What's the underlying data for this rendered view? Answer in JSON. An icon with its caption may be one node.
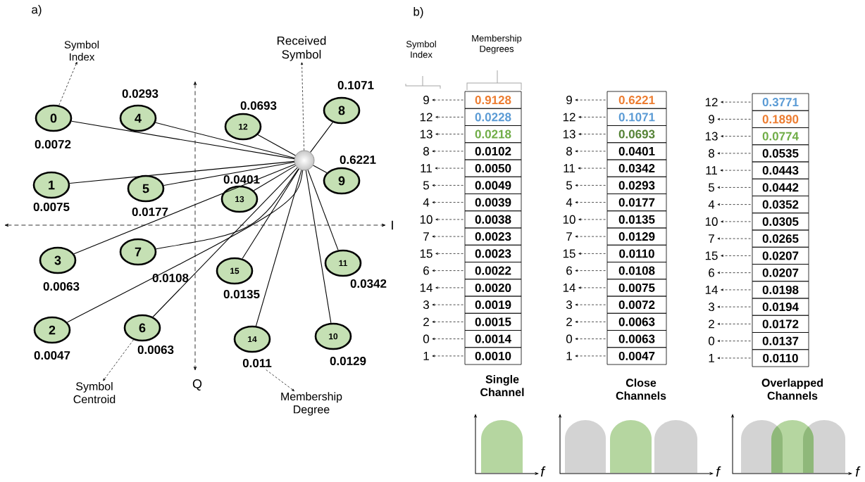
{
  "diagram": {
    "nodes": [
      {
        "text": [
          "0"
        ],
        "beside": [
          "0.0072"
        ]
      },
      {
        "text": [
          "1"
        ],
        "beside": [
          "0.0075"
        ]
      },
      {
        "text": [
          "2"
        ],
        "beside": [
          "0.0047"
        ]
      },
      {
        "text": [
          "3"
        ],
        "beside": [
          "0.0063"
        ]
      },
      {
        "text": [
          "4"
        ],
        "beside": [
          "0.0293"
        ]
      },
      {
        "text": [
          "5"
        ],
        "beside": [
          "0.0177"
        ]
      },
      {
        "text": [
          "6"
        ],
        "beside": [
          "0.0063"
        ]
      },
      {
        "text": [
          "7"
        ],
        "beside": [
          "0.0108"
        ]
      },
      {
        "text": [
          "8"
        ],
        "beside": [
          "0.1071"
        ]
      },
      {
        "text": [
          "9"
        ],
        "beside": [
          "0.6221"
        ]
      },
      {
        "text": [
          "10"
        ],
        "beside": [
          "0.0129"
        ]
      },
      {
        "text": [
          "11"
        ],
        "beside": [
          "0.0342"
        ]
      },
      {
        "text": [
          "12"
        ],
        "beside": [
          "0.0693"
        ]
      },
      {
        "text": [
          "13"
        ],
        "beside": [
          "0.0401"
        ]
      },
      {
        "text": [
          "14"
        ],
        "beside": [
          "0.011"
        ]
      },
      {
        "text": [
          "15"
        ],
        "beside": [
          "0.0135"
        ]
      },
      {
        "text": [],
        "shape": "circle"
      },
      {
        "text": [
          "Symbol Index"
        ]
      },
      {
        "text": [
          "Received Symbol"
        ]
      },
      {
        "text": [
          "Symbol Centroid"
        ]
      },
      {
        "text": [
          "Membership Degree"
        ]
      },
      {
        "text": [
          "9"
        ]
      },
      {
        "text": [
          "0.9128"
        ]
      },
      {
        "text": [
          "12"
        ]
      },
      {
        "text": [
          "0.0228"
        ]
      },
      {
        "text": [
          "13"
        ]
      },
      {
        "text": [
          "0.0218"
        ]
      },
      {
        "text": [
          "8"
        ]
      },
      {
        "text": [
          "0.0102"
        ]
      },
      {
        "text": [
          "11"
        ]
      },
      {
        "text": [
          "0.0050"
        ]
      },
      {
        "text": [
          "5"
        ]
      },
      {
        "text": [
          "0.0049"
        ]
      },
      {
        "text": [
          "4"
        ]
      },
      {
        "text": [
          "0.0039"
        ]
      },
      {
        "text": [
          "10"
        ]
      },
      {
        "text": [
          "0.0038"
        ]
      },
      {
        "text": [
          "7"
        ]
      },
      {
        "text": [
          "0.0023"
        ]
      },
      {
        "text": [
          "15"
        ]
      },
      {
        "text": [
          "0.0023"
        ]
      },
      {
        "text": [
          "6"
        ]
      },
      {
        "text": [
          "0.0022"
        ]
      },
      {
        "text": [
          "14"
        ]
      },
      {
        "text": [
          "0.0020"
        ]
      },
      {
        "text": [
          "3"
        ]
      },
      {
        "text": [
          "0.0019"
        ]
      },
      {
        "text": [
          "2"
        ]
      },
      {
        "text": [
          "0.0015"
        ]
      },
      {
        "text": [
          "0"
        ]
      },
      {
        "text": [
          "0.0014"
        ]
      },
      {
        "text": [
          "1"
        ]
      },
      {
        "text": [
          "0.0010"
        ]
      },
      {
        "text": [
          "9"
        ]
      },
      {
        "text": [
          "0.6221"
        ]
      },
      {
        "text": [
          "12"
        ]
      },
      {
        "text": [
          "0.1071"
        ]
      },
      {
        "text": [
          "13"
        ]
      },
      {
        "text": [
          "0.0693"
        ]
      },
      {
        "text": [
          "8"
        ]
      },
      {
        "text": [
          "0.0401"
        ]
      },
      {
        "text": [
          "11"
        ]
      },
      {
        "text": [
          "0.0342"
        ]
      },
      {
        "text": [
          "5"
        ]
      },
      {
        "text": [
          "0.0293"
        ]
      },
      {
        "text": [
          "4"
        ]
      },
      {
        "text": [
          "0.0177"
        ]
      },
      {
        "text": [
          "10"
        ]
      },
      {
        "text": [
          "0.0135"
        ]
      },
      {
        "text": [
          "7"
        ]
      },
      {
        "text": [
          "0.0129"
        ]
      },
      {
        "text": [
          "15"
        ]
      },
      {
        "text": [
          "0.0110"
        ]
      },
      {
        "text": [
          "6"
        ]
      },
      {
        "text": [
          "0.0108"
        ]
      },
      {
        "text": [
          "14"
        ]
      },
      {
        "text": [
          "0.0075"
        ]
      },
      {
        "text": [
          "3"
        ]
      },
      {
        "text": [
          "0.0072"
        ]
      },
      {
        "text": [
          "2"
        ]
      },
      {
        "text": [
          "0.0063"
        ]
      },
      {
        "text": [
          "0"
        ]
      },
      {
        "text": [
          "0.0063"
        ]
      },
      {
        "text": [
          "1"
        ]
      },
      {
        "text": [
          "0.0047"
        ]
      },
      {
        "text": [
          "12"
        ]
      },
      {
        "text": [
          "0.3771"
        ]
      },
      {
        "text": [
          "9"
        ]
      },
      {
        "text": [
          "0.1890"
        ]
      },
      {
        "text": [
          "13"
        ]
      },
      {
        "text": [
          "0.0774"
        ]
      },
      {
        "text": [
          "8"
        ]
      },
      {
        "text": [
          "0.0535"
        ]
      },
      {
        "text": [
          "11"
        ]
      },
      {
        "text": [
          "0.0443"
        ]
      },
      {
        "text": [
          "5"
        ]
      },
      {
        "text": [
          "0.0442"
        ]
      },
      {
        "text": [
          "4"
        ]
      },
      {
        "text": [
          "0.0352"
        ]
      },
      {
        "text": [
          "10"
        ]
      },
      {
        "text": [
          "0.0305"
        ]
      },
      {
        "text": [
          "7"
        ]
      },
      {
        "text": [
          "0.0265"
        ]
      },
      {
        "text": [
          "15"
        ]
      },
      {
        "text": [
          "0.0207"
        ]
      },
      {
        "text": [
          "6"
        ]
      },
      {
        "text": [
          "0.0207"
        ]
      },
      {
        "text": [
          "14"
        ]
      },
      {
        "text": [
          "0.0198"
        ]
      },
      {
        "text": [
          "3"
        ]
      },
      {
        "text": [
          "0.0194"
        ]
      },
      {
        "text": [
          "2"
        ]
      },
      {
        "text": [
          "0.0172"
        ]
      },
      {
        "text": [
          "0"
        ]
      },
      {
        "text": [
          "0.0137"
        ]
      },
      {
        "text": [
          "1"
        ]
      },
      {
        "text": [
          "0.0110"
        ]
      }
    ],
    "edges": [
      {
        "from": 0,
        "to": 16,
        "arrow": "none"
      },
      {
        "from": 1,
        "to": 16,
        "arrow": "none"
      },
      {
        "from": 2,
        "to": 16,
        "arrow": "none"
      },
      {
        "from": 3,
        "to": 16,
        "arrow": "none"
      },
      {
        "from": 4,
        "to": 16,
        "arrow": "none"
      },
      {
        "from": 5,
        "to": 16,
        "arrow": "none"
      },
      {
        "from": 6,
        "to": 16,
        "arrow": "none"
      },
      {
        "from": 7,
        "to": 16,
        "arrow": "none"
      },
      {
        "from": 8,
        "to": 16,
        "arrow": "none"
      },
      {
        "from": 9,
        "to": 16,
        "arrow": "none"
      },
      {
        "from": 10,
        "to": 16,
        "arrow": "none"
      },
      {
        "from": 11,
        "to": 16,
        "arrow": "none"
      },
      {
        "from": 12,
        "to": 16,
        "arrow": "none"
      },
      {
        "from": 13,
        "to": 16,
        "arrow": "none"
      },
      {
        "from": 14,
        "to": 16,
        "arrow": "none"
      },
      {
        "from": 15,
        "to": 16,
        "arrow": "none"
      },
      {
        "from": 0,
        "to": 17,
        "arrow": "to",
        "style": "dashed"
      },
      {
        "from": 16,
        "to": 18,
        "arrow": "to",
        "style": "dashed"
      },
      {
        "from": 6,
        "to": 19,
        "arrow": "to",
        "style": "dashed"
      },
      {
        "from": 14,
        "to": 20,
        "arrow": "to",
        "style": "dashed"
      },
      {
        "from": 22,
        "to": 21,
        "arrow": "to",
        "style": "dashed"
      },
      {
        "from": 24,
        "to": 23,
        "arrow": "to",
        "style": "dashed"
      },
      {
        "from": 26,
        "to": 25,
        "arrow": "to",
        "style": "dashed"
      },
      {
        "from": 28,
        "to": 27,
        "arrow": "to",
        "style": "dashed"
      },
      {
        "from": 30,
        "to": 29,
        "arrow": "to",
        "style": "dashed"
      },
      {
        "from": 32,
        "to": 31,
        "arrow": "to",
        "style": "dashed"
      },
      {
        "from": 34,
        "to": 33,
        "arrow": "to",
        "style": "dashed"
      },
      {
        "from": 36,
        "to": 35,
        "arrow": "to",
        "style": "dashed"
      },
      {
        "from": 38,
        "to": 37,
        "arrow": "to",
        "style": "dashed"
      },
      {
        "from": 40,
        "to": 39,
        "arrow": "to",
        "style": "dashed"
      },
      {
        "from": 42,
        "to": 41,
        "arrow": "to",
        "style": "dashed"
      },
      {
        "from": 44,
        "to": 43,
        "arrow": "to",
        "style": "dashed"
      },
      {
        "from": 46,
        "to": 45,
        "arrow": "to",
        "style": "dashed"
      },
      {
        "from": 48,
        "to": 47,
        "arrow": "to",
        "style": "dashed"
      },
      {
        "from": 50,
        "to": 49,
        "arrow": "to",
        "style": "dashed"
      },
      {
        "from": 52,
        "to": 51,
        "arrow": "to",
        "style": "dashed"
      },
      {
        "from": 54,
        "to": 53,
        "arrow": "to",
        "style": "dashed"
      },
      {
        "from": 56,
        "to": 55,
        "arrow": "to",
        "style": "dashed"
      },
      {
        "from": 58,
        "to": 57,
        "arrow": "to",
        "style": "dashed"
      },
      {
        "from": 60,
        "to": 59,
        "arrow": "to",
        "style": "dashed"
      },
      {
        "from": 62,
        "to": 61,
        "arrow": "to",
        "style": "dashed"
      },
      {
        "from": 64,
        "to": 63,
        "arrow": "to",
        "style": "dashed"
      },
      {
        "from": 66,
        "to": 65,
        "arrow": "to",
        "style": "dashed"
      },
      {
        "from": 68,
        "to": 67,
        "arrow": "to",
        "style": "dashed"
      },
      {
        "from": 70,
        "to": 69,
        "arrow": "to",
        "style": "dashed"
      },
      {
        "from": 72,
        "to": 71,
        "arrow": "to",
        "style": "dashed"
      },
      {
        "from": 74,
        "to": 73,
        "arrow": "to",
        "style": "dashed"
      },
      {
        "from": 76,
        "to": 75,
        "arrow": "to",
        "style": "dashed"
      },
      {
        "from": 78,
        "to": 77,
        "arrow": "to",
        "style": "dashed"
      },
      {
        "from": 80,
        "to": 79,
        "arrow": "to",
        "style": "dashed"
      },
      {
        "from": 82,
        "to": 81,
        "arrow": "to",
        "style": "dashed"
      },
      {
        "from": 84,
        "to": 83,
        "arrow": "to",
        "style": "dashed"
      },
      {
        "from": 86,
        "to": 85,
        "arrow": "to",
        "style": "dashed"
      },
      {
        "from": 88,
        "to": 87,
        "arrow": "to",
        "style": "dashed"
      },
      {
        "from": 90,
        "to": 89,
        "arrow": "to",
        "style": "dashed"
      },
      {
        "from": 92,
        "to": 91,
        "arrow": "to",
        "style": "dashed"
      },
      {
        "from": 94,
        "to": 93,
        "arrow": "to",
        "style": "dashed"
      },
      {
        "from": 96,
        "to": 95,
        "arrow": "to",
        "style": "dashed"
      },
      {
        "from": 98,
        "to": 97,
        "arrow": "to",
        "style": "dashed"
      },
      {
        "from": 100,
        "to": 99,
        "arrow": "to",
        "style": "dashed"
      },
      {
        "from": 102,
        "to": 101,
        "arrow": "to",
        "style": "dashed"
      },
      {
        "from": 104,
        "to": 103,
        "arrow": "to",
        "style": "dashed"
      },
      {
        "from": 106,
        "to": 105,
        "arrow": "to",
        "style": "dashed"
      },
      {
        "from": 108,
        "to": 107,
        "arrow": "to",
        "style": "dashed"
      },
      {
        "from": 110,
        "to": 109,
        "arrow": "to",
        "style": "dashed"
      },
      {
        "from": 112,
        "to": 111,
        "arrow": "to",
        "style": "dashed"
      },
      {
        "from": 114,
        "to": 113,
        "arrow": "to",
        "style": "dashed"
      },
      {
        "from": 116,
        "to": 115,
        "arrow": "to",
        "style": "dashed"
      }
    ],
    "labels": [
      "a)",
      "I",
      "Q",
      "b)",
      "Symbol Index",
      "Membership Degrees",
      "Single Channel",
      "Close Channels",
      "Overlapped Channels",
      "f",
      "f",
      "f"
    ]
  }
}
